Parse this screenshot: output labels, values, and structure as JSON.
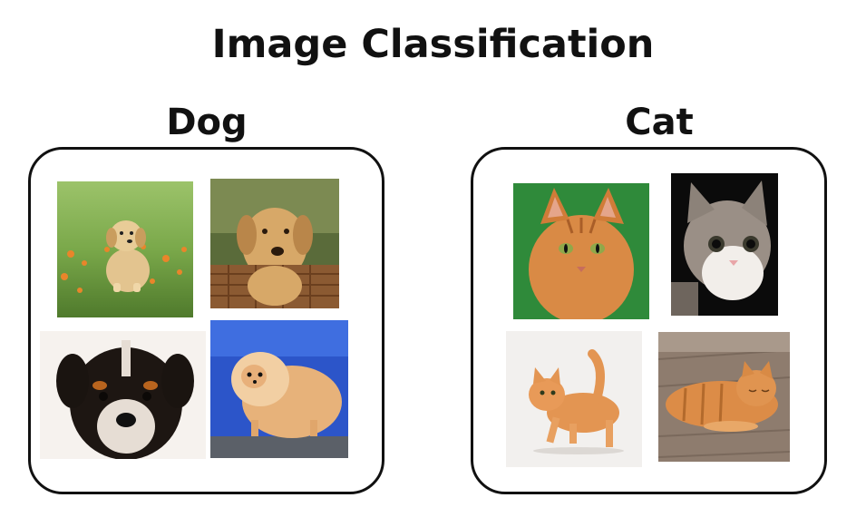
{
  "title": "Image Classification",
  "categories": [
    {
      "label": "Dog",
      "images": [
        {
          "subject": "golden retriever puppy sitting on grass with orange flowers"
        },
        {
          "subject": "golden labrador behind wicker basket"
        },
        {
          "subject": "black and tan puppy face close-up"
        },
        {
          "subject": "fluffy pomeranian on blue background"
        }
      ]
    },
    {
      "label": "Cat",
      "images": [
        {
          "subject": "orange tabby cat on green background"
        },
        {
          "subject": "grey and white cat on black background"
        },
        {
          "subject": "orange cat stretching on white background"
        },
        {
          "subject": "orange tabby cat lying on wooden floor"
        }
      ]
    }
  ]
}
